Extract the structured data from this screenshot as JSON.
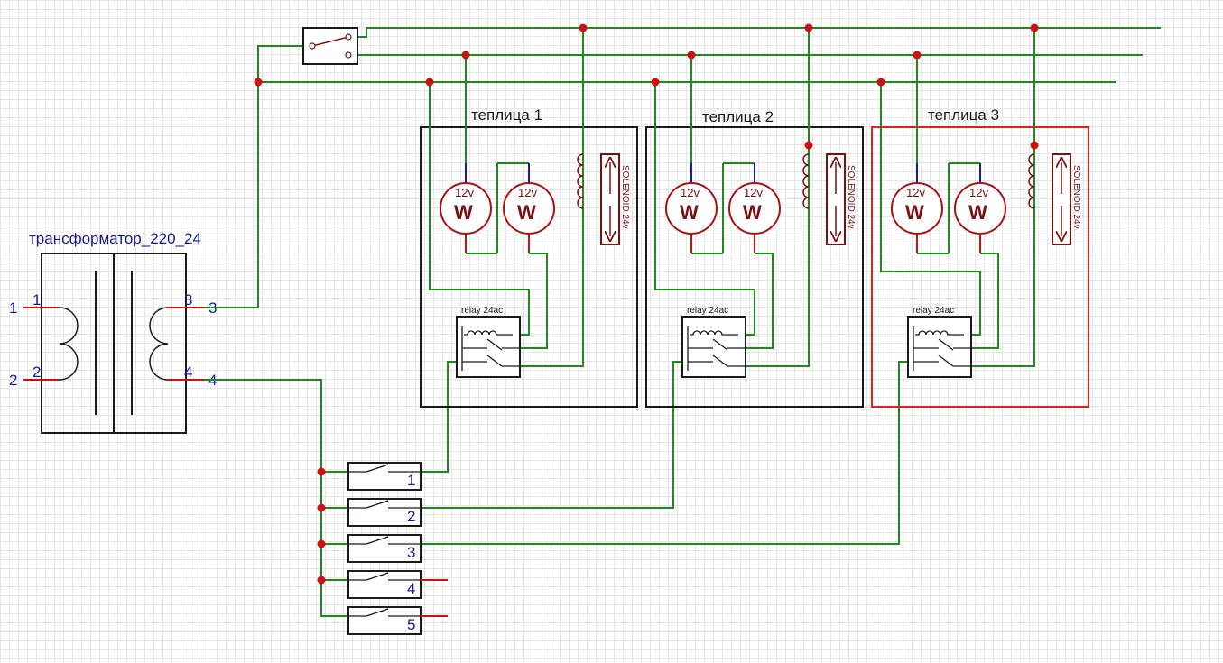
{
  "transformer": {
    "title": "трансформатор_220_24",
    "pins_outer": [
      "1",
      "2",
      "3",
      "4"
    ],
    "pins_inner": [
      "1",
      "2",
      "3",
      "4"
    ]
  },
  "greenhouses": [
    {
      "label": "теплица 1",
      "lamp1": "12v",
      "lamp2": "12v",
      "lamp_symbol": "W",
      "relay": "relay 24ac",
      "solenoid": "SOLENOID 24v"
    },
    {
      "label": "теплица 2",
      "lamp1": "12v",
      "lamp2": "12v",
      "lamp_symbol": "W",
      "relay": "relay 24ac",
      "solenoid": "SOLENOID 24v"
    },
    {
      "label": "теплица 3",
      "lamp1": "12v",
      "lamp2": "12v",
      "lamp_symbol": "W",
      "relay": "relay 24ac",
      "solenoid": "SOLENOID 24v"
    }
  ],
  "switches": [
    "1",
    "2",
    "3",
    "4",
    "5"
  ],
  "colors": {
    "wire": "#1e8a1e",
    "junction": "#cc1111",
    "component": "#7a1010",
    "selected": "#dd2222",
    "frame": "#1a1a1a"
  }
}
